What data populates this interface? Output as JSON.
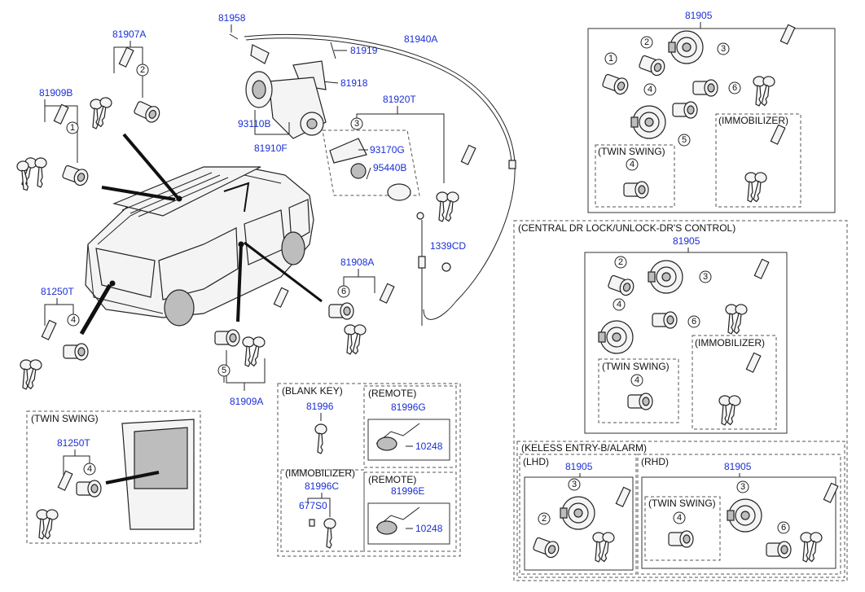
{
  "part_numbers": {
    "p81958": "81958",
    "p81907A": "81907A",
    "p81940A": "81940A",
    "p81919": "81919",
    "p81918": "81918",
    "p81909B": "81909B",
    "p93110B": "93110B",
    "p81920T": "81920T",
    "p81910F": "81910F",
    "p93170G": "93170G",
    "p95440B": "95440B",
    "p1339CD": "1339CD",
    "p81908A": "81908A",
    "p81250T": "81250T",
    "p81909A": "81909A",
    "p81250T_b": "81250T",
    "p81996": "81996",
    "p81996G": "81996G",
    "p10248": "10248",
    "p81996C": "81996C",
    "p677S0": "677S0",
    "p81996E": "81996E",
    "p10248_b": "10248",
    "p81905_a": "81905",
    "p81905_b": "81905",
    "p81905_c": "81905",
    "p81905_d": "81905"
  },
  "labels": {
    "twin_swing": "(TWIN SWING)",
    "blank_key": "(BLANK KEY)",
    "remote": "(REMOTE)",
    "immobilizer_paren": "(IMMOBILIZER)",
    "central": "(CENTRAL DR LOCK/UNLOCK-DR'S CONTROL)",
    "keless": "(KELESS ENTRY-B/ALARM)",
    "lhd": "(LHD)",
    "rhd": "(RHD)"
  },
  "callouts": {
    "c1": "1",
    "c2": "2",
    "c3": "3",
    "c4": "4",
    "c5": "5",
    "c6": "6"
  },
  "colors": {
    "part_number": "#1a2fd6",
    "text": "#111111"
  }
}
